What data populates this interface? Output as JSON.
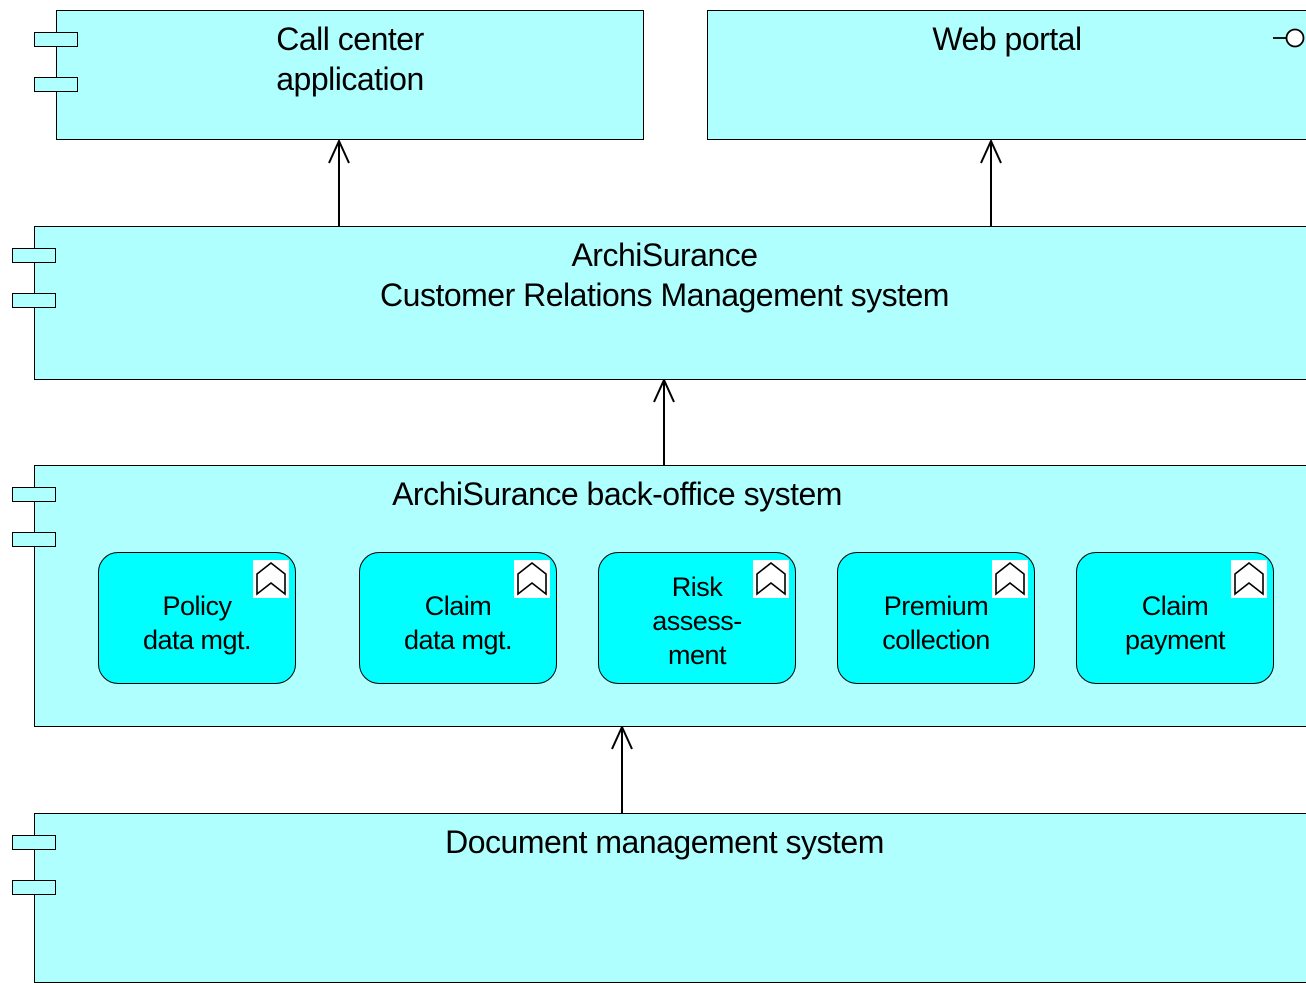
{
  "colors": {
    "component_fill": "#b0ffff",
    "function_fill": "#00ffff",
    "stroke": "#000000"
  },
  "components": {
    "call_center": "Call center\napplication",
    "web_portal": "Web portal",
    "crm": "ArchiSurance\nCustomer Relations Management system",
    "back_office": "ArchiSurance back-office system",
    "document_mgmt": "Document management system"
  },
  "functions": [
    {
      "label": "Policy\ndata mgt.",
      "icon": "function-icon"
    },
    {
      "label": "Claim\ndata mgt.",
      "icon": "function-icon"
    },
    {
      "label": "Risk\nassess-\nment",
      "icon": "function-icon"
    },
    {
      "label": "Premium\ncollection",
      "icon": "function-icon"
    },
    {
      "label": "Claim\npayment",
      "icon": "function-icon"
    }
  ],
  "icons": {
    "web_portal": "interface-icon",
    "components": "component-icon"
  }
}
